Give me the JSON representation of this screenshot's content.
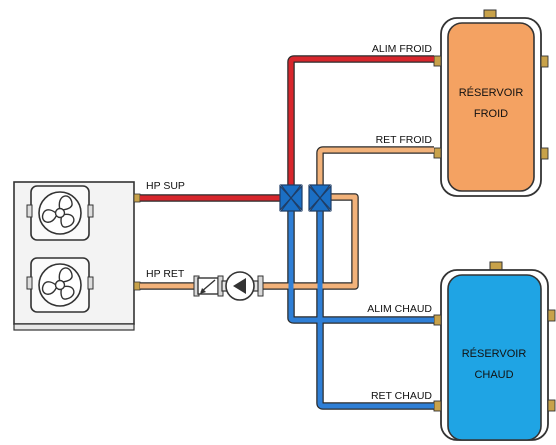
{
  "labels": {
    "hp_sup": "HP SUP",
    "hp_ret": "HP RET",
    "alim_froid": "ALIM FROID",
    "ret_froid": "RET FROID",
    "alim_chaud": "ALIM CHAUD",
    "ret_chaud": "RET CHAUD"
  },
  "tanks": {
    "cold": {
      "line1": "RÉSERVOIR",
      "line2": "FROID",
      "color": "#f4a262"
    },
    "hot": {
      "line1": "RÉSERVOIR",
      "line2": "CHAUD",
      "color": "#1fa4e4"
    }
  },
  "colors": {
    "supply_red": "#d7262c",
    "return_orange": "#f2b27a",
    "hot_blue": "#2f7fd6",
    "valve_blue": "#1b6fc4",
    "fitting_brass": "#c8a24a"
  },
  "icons": [
    "heat-pump-unit",
    "fan-icon",
    "circulator-pump-icon",
    "three-way-valve-icon",
    "check-valve-icon"
  ]
}
